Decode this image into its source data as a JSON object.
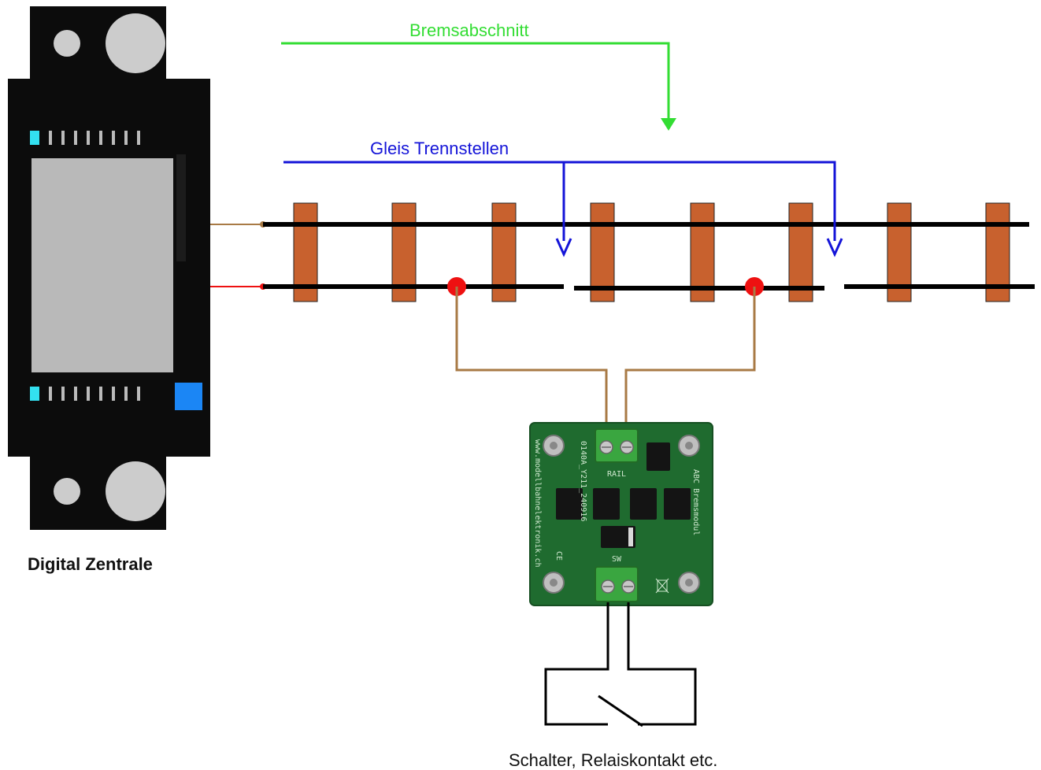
{
  "labels": {
    "bremsabschnitt": "Bremsabschnitt",
    "trennstellen": "Gleis Trennstellen",
    "zentrale": "Digital Zentrale",
    "schalter": "Schalter, Relaiskontakt etc."
  },
  "module": {
    "url": "www.modellbahnelektronik.ch",
    "rail": "RAIL",
    "sw": "SW",
    "name": "ABC Bremsmodul",
    "code": "0140A_Y211_240916",
    "ce": "CE"
  },
  "colors": {
    "green_arrow": "#33dd33",
    "blue_arrow": "#1414d8",
    "sleeper": "#c8612e",
    "feeder_wire": "#a87a45",
    "red_wire": "#ee1111",
    "rail": "#000000",
    "pcb": "#1f6b2f",
    "terminal": "#3aa640"
  }
}
